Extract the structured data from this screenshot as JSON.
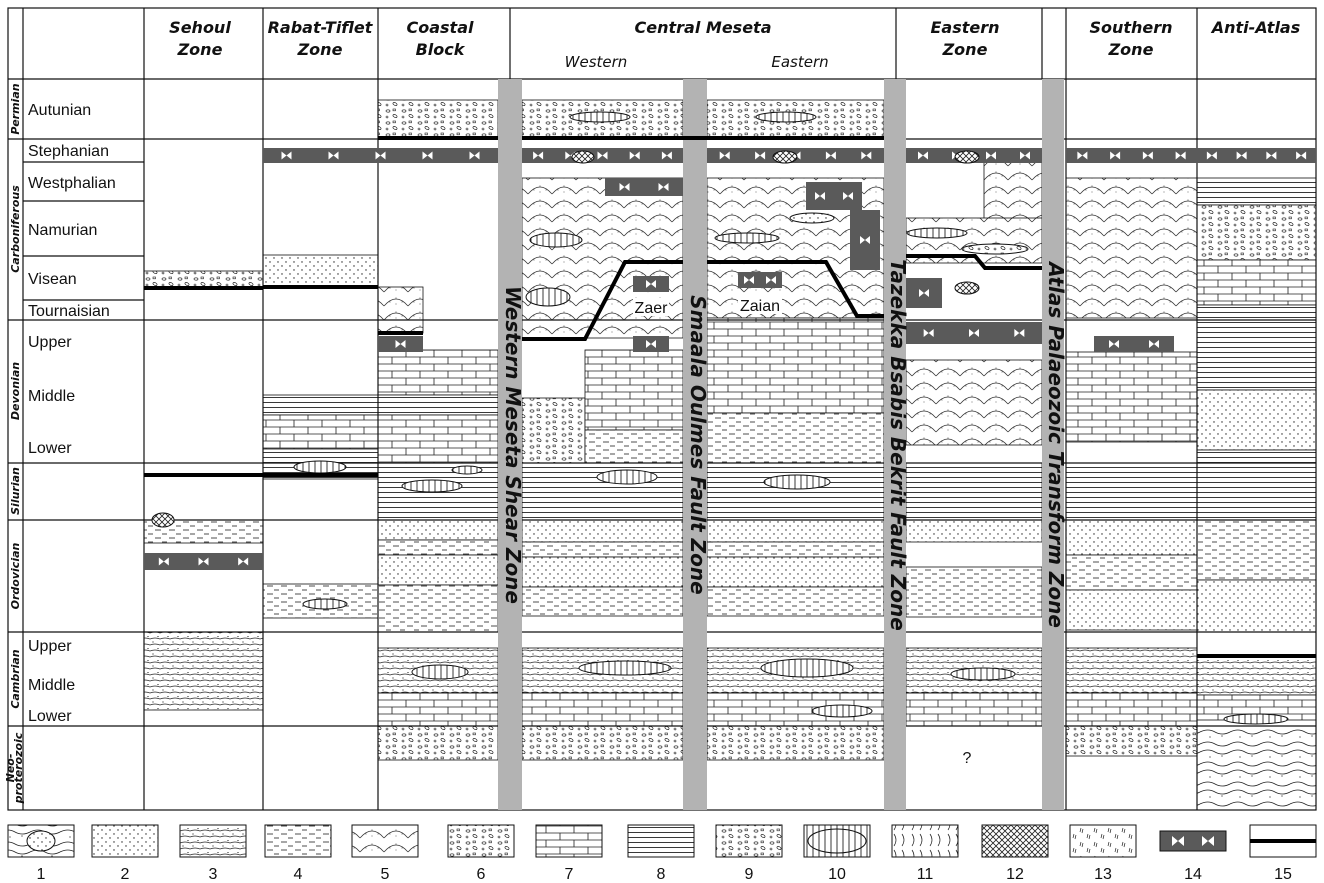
{
  "columns": {
    "sehoul": [
      "Sehoul",
      "Zone"
    ],
    "rabat": [
      "Rabat-Tiflet",
      "Zone"
    ],
    "coastal": [
      "Coastal",
      "Block"
    ],
    "central": "Central  Meseta",
    "central_western": "Western",
    "central_eastern": "Eastern",
    "eastern": [
      "Eastern",
      "Zone"
    ],
    "southern": [
      "Southern",
      "Zone"
    ],
    "anti_atlas": "Anti-Atlas"
  },
  "periods": {
    "permian": "Permian",
    "carboniferous": "Carboniferous",
    "devonian": "Devonian",
    "silurian": "Silurian",
    "ordovician": "Ordovician",
    "cambrian": "Cambrian",
    "neo1": "Neo-",
    "neo2": "proterozoic"
  },
  "stages": {
    "autunian": "Autunian",
    "stephanian": "Stephanian",
    "westphalian": "Westphalian",
    "namurian": "Namurian",
    "visean": "Visean",
    "tournaisian": "Tournaisian",
    "dev_upper": "Upper",
    "dev_middle": "Middle",
    "dev_lower": "Lower",
    "cam_upper": "Upper",
    "cam_middle": "Middle",
    "cam_lower": "Lower"
  },
  "faults": {
    "western_meseta": "Western Meseta Shear Zone",
    "smaala_oulmes": "Smaala Oulmes Fault Zone",
    "tazekka": "Tazekka Bsabis Bekrit Fault Zone",
    "atlas": "Atlas Palaeozoic Transform Zone"
  },
  "labels": {
    "zaer": "Zaer",
    "zaian": "Zaian",
    "question": "?"
  },
  "legend": [
    "1",
    "2",
    "3",
    "4",
    "5",
    "6",
    "7",
    "8",
    "9",
    "10",
    "11",
    "12",
    "13",
    "14",
    "15"
  ],
  "colors": {
    "fault_band": "#b3b3b3",
    "volcanic": "#5a5a5a",
    "line": "#111111"
  }
}
